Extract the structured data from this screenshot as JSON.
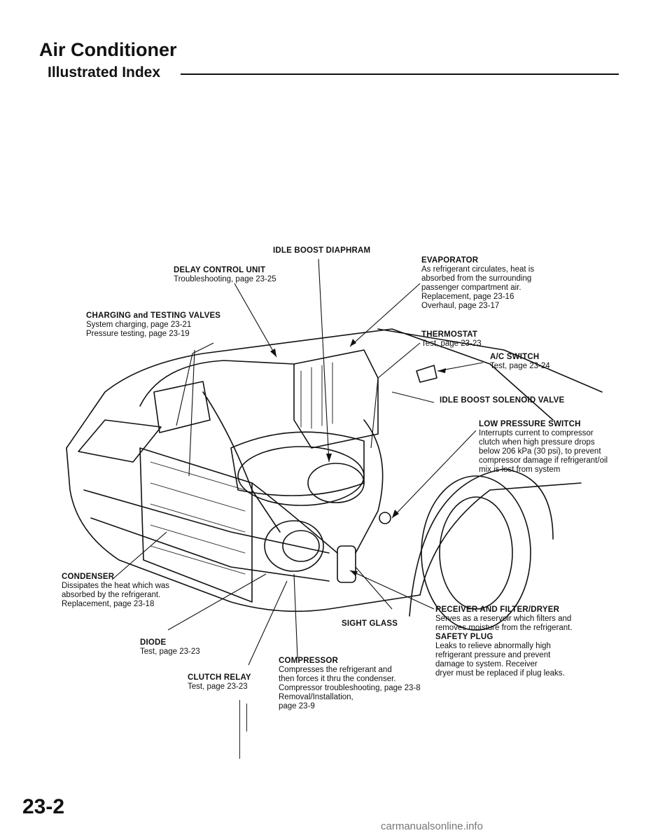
{
  "header": {
    "title": "Air Conditioner",
    "subtitle": "Illustrated Index"
  },
  "labels": {
    "idle_boost_diaphragm": {
      "heading": "IDLE BOOST DIAPHRAM",
      "text": ""
    },
    "delay_control_unit": {
      "heading": "DELAY CONTROL UNIT",
      "text": "Troubleshooting, page 23-25"
    },
    "evaporator": {
      "heading": "EVAPORATOR",
      "text": "As refrigerant circulates, heat is\nabsorbed from the surrounding\npassenger compartment air.\nReplacement, page 23-16\nOverhaul, page 23-17"
    },
    "charging_valves": {
      "heading": "CHARGING and TESTING VALVES",
      "text": "System charging, page 23-21\nPressure testing, page 23-19"
    },
    "thermostat": {
      "heading": "THERMOSTAT",
      "text": "Test, page 23-23"
    },
    "ac_switch": {
      "heading": "A/C SWITCH",
      "text": "Test, page 23-24"
    },
    "idle_boost_solenoid": {
      "heading": "IDLE BOOST SOLENOID VALVE",
      "text": ""
    },
    "low_pressure_switch": {
      "heading": "LOW PRESSURE SWITCH",
      "text": "Interrupts current to compressor\nclutch when high pressure drops\nbelow 206 kPa (30 psi), to prevent\ncompressor damage if refrigerant/oil\nmix is lost from system"
    },
    "condenser": {
      "heading": "CONDENSER",
      "text": "Dissipates the heat which was\nabsorbed by the refrigerant.\nReplacement, page 23-18"
    },
    "receiver_dryer": {
      "heading": "RECEIVER AND FILTER/DRYER",
      "text": "Serves as a reservoir which filters and\nremoves moisture from the refrigerant."
    },
    "safety_plug": {
      "heading": "SAFETY PLUG",
      "text": "Leaks to relieve abnormally high\nrefrigerant pressure and prevent\ndamage to system. Receiver\ndryer must be replaced if plug leaks."
    },
    "sight_glass": {
      "heading": "SIGHT GLASS",
      "text": ""
    },
    "diode": {
      "heading": "DIODE",
      "text": "Test, page 23-23"
    },
    "compressor": {
      "heading": "COMPRESSOR",
      "text": "Compresses the refrigerant and\nthen forces it thru the condenser.\nCompressor troubleshooting, page 23-8\nRemoval/Installation,\npage 23-9"
    },
    "clutch_relay": {
      "heading": "CLUTCH RELAY",
      "text": "Test, page 23-23"
    }
  },
  "footer": {
    "page_number": "23-2",
    "watermark": "carmanualsonline.info"
  }
}
